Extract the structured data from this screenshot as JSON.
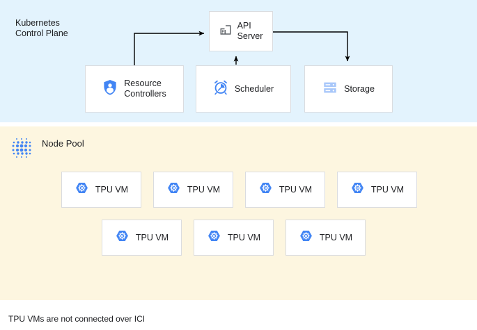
{
  "diagram": {
    "caption": "TPU VMs are not connected over ICI",
    "colors": {
      "control_plane_bg": "#e3f3fd",
      "node_pool_bg": "#fdf6e0",
      "box_bg": "#ffffff",
      "box_border": "#dadce0",
      "accent_blue": "#4285f4",
      "storage_blue": "#a8c7fa",
      "building_gray": "#5f6368",
      "text": "#202124",
      "arrow": "#000000"
    }
  },
  "control_plane": {
    "label": "Kubernetes\nControl Plane",
    "boxes": [
      {
        "id": "api-server",
        "label": "API\nServer",
        "icon": "building-icon"
      },
      {
        "id": "resource-controllers",
        "label": "Resource\nControllers",
        "icon": "shield-user-icon"
      },
      {
        "id": "scheduler",
        "label": "Scheduler",
        "icon": "alarm-clock-icon"
      },
      {
        "id": "storage",
        "label": "Storage",
        "icon": "server-rack-icon"
      }
    ],
    "connections": [
      {
        "from": "resource-controllers",
        "to": "api-server",
        "style": "elbow-up-right"
      },
      {
        "from": "scheduler",
        "to": "api-server",
        "style": "straight-up"
      },
      {
        "from": "api-server",
        "to": "storage",
        "style": "elbow-right-down"
      }
    ]
  },
  "node_pool": {
    "label": "Node Pool",
    "icon": "node-pool-dots-icon",
    "vm_rows": [
      {
        "vms": [
          {
            "label": "TPU VM",
            "icon": "tpu-hex-icon"
          },
          {
            "label": "TPU VM",
            "icon": "tpu-hex-icon"
          },
          {
            "label": "TPU VM",
            "icon": "tpu-hex-icon"
          },
          {
            "label": "TPU VM",
            "icon": "tpu-hex-icon"
          }
        ]
      },
      {
        "vms": [
          {
            "label": "TPU VM",
            "icon": "tpu-hex-icon"
          },
          {
            "label": "TPU VM",
            "icon": "tpu-hex-icon"
          },
          {
            "label": "TPU VM",
            "icon": "tpu-hex-icon"
          }
        ]
      }
    ]
  }
}
